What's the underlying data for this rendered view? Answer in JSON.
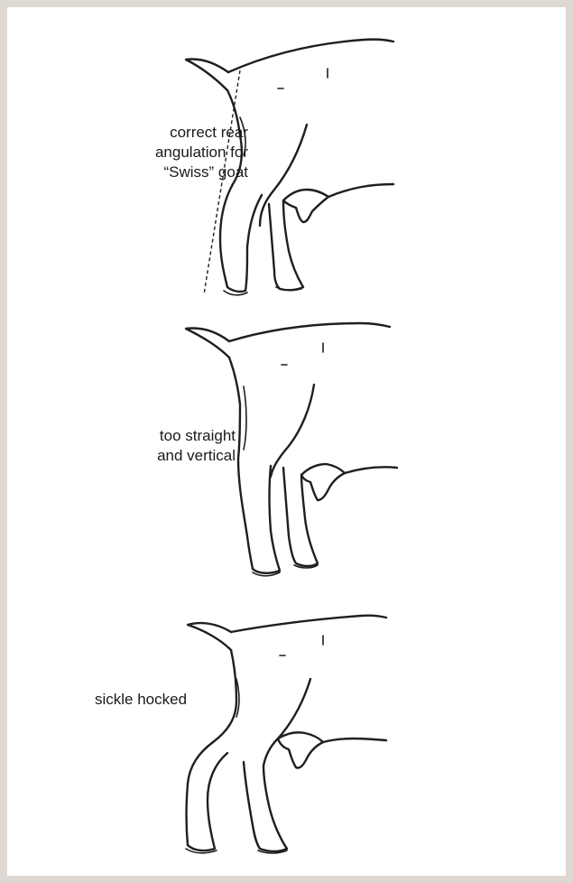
{
  "panels": [
    {
      "id": "correct",
      "caption_lines": [
        "correct rear",
        "angulation for",
        "“Swiss” goat"
      ]
    },
    {
      "id": "straight",
      "caption_lines": [
        "too straight",
        "and vertical"
      ]
    },
    {
      "id": "sickle",
      "caption_lines": [
        "sickle hocked"
      ]
    }
  ]
}
